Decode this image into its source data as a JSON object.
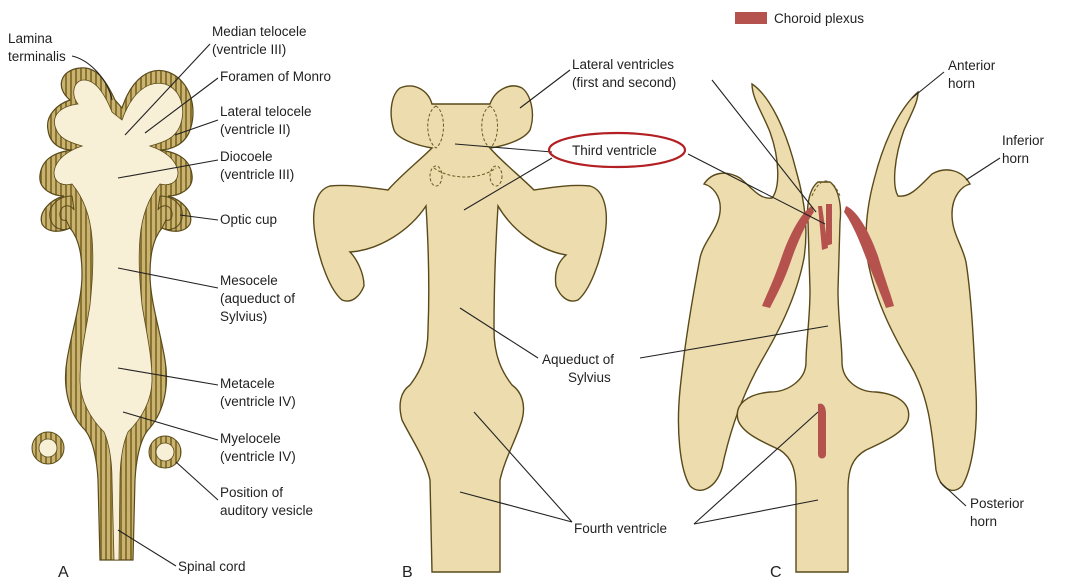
{
  "colors": {
    "cast_fill": "#ecdcae",
    "wall_fill": "#e9dfb8",
    "lumen_fill": "#f7efd6",
    "outline": "#5a4a1a",
    "choroid_plexus": "#b5524e",
    "highlight_ring": "#b32024"
  },
  "legend": {
    "label": "Choroid plexus"
  },
  "panels": {
    "a": {
      "letter": "A",
      "labels": {
        "lamina_1": "Lamina",
        "lamina_2": "terminalis",
        "median_1": "Median telocele",
        "median_2": "(ventricle III)",
        "foramen": "Foramen of Monro",
        "lateral_1": "Lateral telocele",
        "lateral_2": "(ventricle II)",
        "dio_1": "Diocoele",
        "dio_2": "(ventricle III)",
        "optic": "Optic cup",
        "meso_1": "Mesocele",
        "meso_2": "(aqueduct of",
        "meso_3": "Sylvius)",
        "meta_1": "Metacele",
        "meta_2": "(ventricle IV)",
        "myelo_1": "Myelocele",
        "myelo_2": "(ventricle IV)",
        "aud_1": "Position of",
        "aud_2": "auditory vesicle",
        "spinal": "Spinal cord"
      }
    },
    "b": {
      "letter": "B",
      "labels": {
        "lat_1": "Lateral ventricles",
        "lat_2": "(first and second)",
        "third": "Third ventricle",
        "aq_1": "Aqueduct of",
        "aq_2": "Sylvius",
        "fourth": "Fourth ventricle"
      }
    },
    "c": {
      "letter": "C",
      "labels": {
        "ant_1": "Anterior",
        "ant_2": "horn",
        "inf_1": "Inferior",
        "inf_2": "horn",
        "post_1": "Posterior",
        "post_2": "horn"
      }
    }
  }
}
